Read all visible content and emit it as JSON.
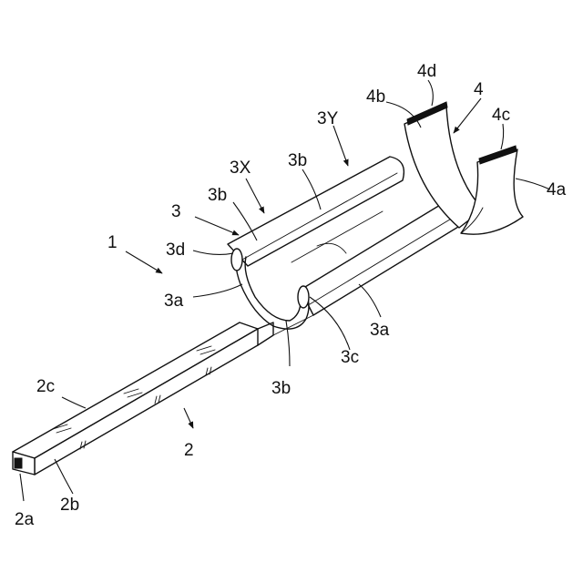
{
  "labels": {
    "n1": "1",
    "n2": "2",
    "n2a": "2a",
    "n2b": "2b",
    "n2c": "2c",
    "n3": "3",
    "n3X": "3X",
    "n3Y": "3Y",
    "n3a_left": "3a",
    "n3a_right": "3a",
    "n3b_top_left": "3b",
    "n3b_top_right": "3b",
    "n3b_bottom": "3b",
    "n3c": "3c",
    "n3d": "3d",
    "n4": "4",
    "n4a": "4a",
    "n4b": "4b",
    "n4c": "4c",
    "n4d": "4d"
  }
}
